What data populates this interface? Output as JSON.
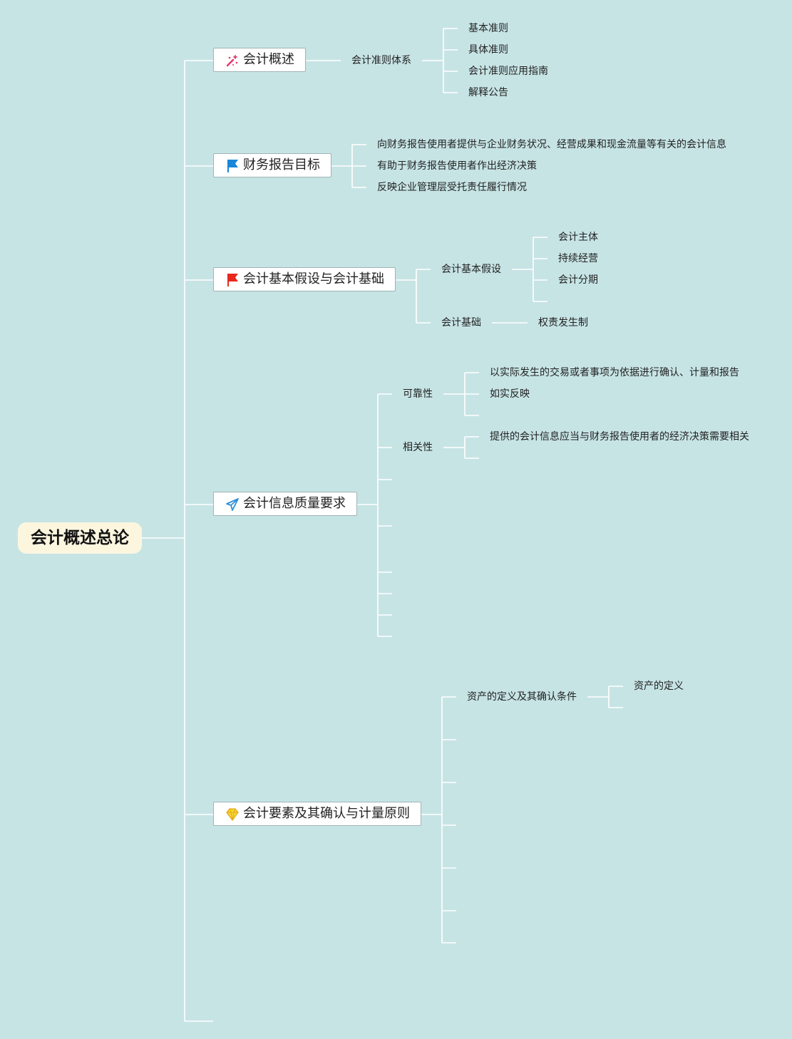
{
  "root": {
    "label": "会计概述总论"
  },
  "topics": [
    {
      "label": "会计概述",
      "icon": "magic-wand-icon",
      "children": [
        {
          "label": "会计准则体系",
          "children": [
            "基本准则",
            "具体准则",
            "会计准则应用指南",
            "解释公告"
          ]
        }
      ]
    },
    {
      "label": "财务报告目标",
      "icon": "blue-flag-icon",
      "children": [
        "向财务报告使用者提供与企业财务状况、经营成果和现金流量等有关的会计信息",
        "有助于财务报告使用者作出经济决策",
        "反映企业管理层受托责任履行情况"
      ]
    },
    {
      "label": "会计基本假设与会计基础",
      "icon": "red-flag-icon",
      "children": [
        {
          "label": "会计基本假设",
          "children": [
            "会计主体",
            "持续经营",
            "会计分期"
          ]
        },
        {
          "label": "会计基础",
          "children": [
            "权责发生制"
          ]
        }
      ]
    },
    {
      "label": "会计信息质量要求",
      "icon": "paper-plane-icon",
      "children": [
        {
          "label": "可靠性",
          "children": [
            "以实际发生的交易或者事项为依据进行确认、计量和报告",
            "如实反映"
          ]
        },
        {
          "label": "相关性",
          "children": [
            "提供的会计信息应当与财务报告使用者的经济决策需要相关"
          ]
        }
      ]
    },
    {
      "label": "会计要素及其确认与计量原则",
      "icon": "diamond-icon",
      "children": [
        {
          "label": "资产的定义及其确认条件",
          "children": [
            "资产的定义"
          ]
        }
      ]
    }
  ]
}
